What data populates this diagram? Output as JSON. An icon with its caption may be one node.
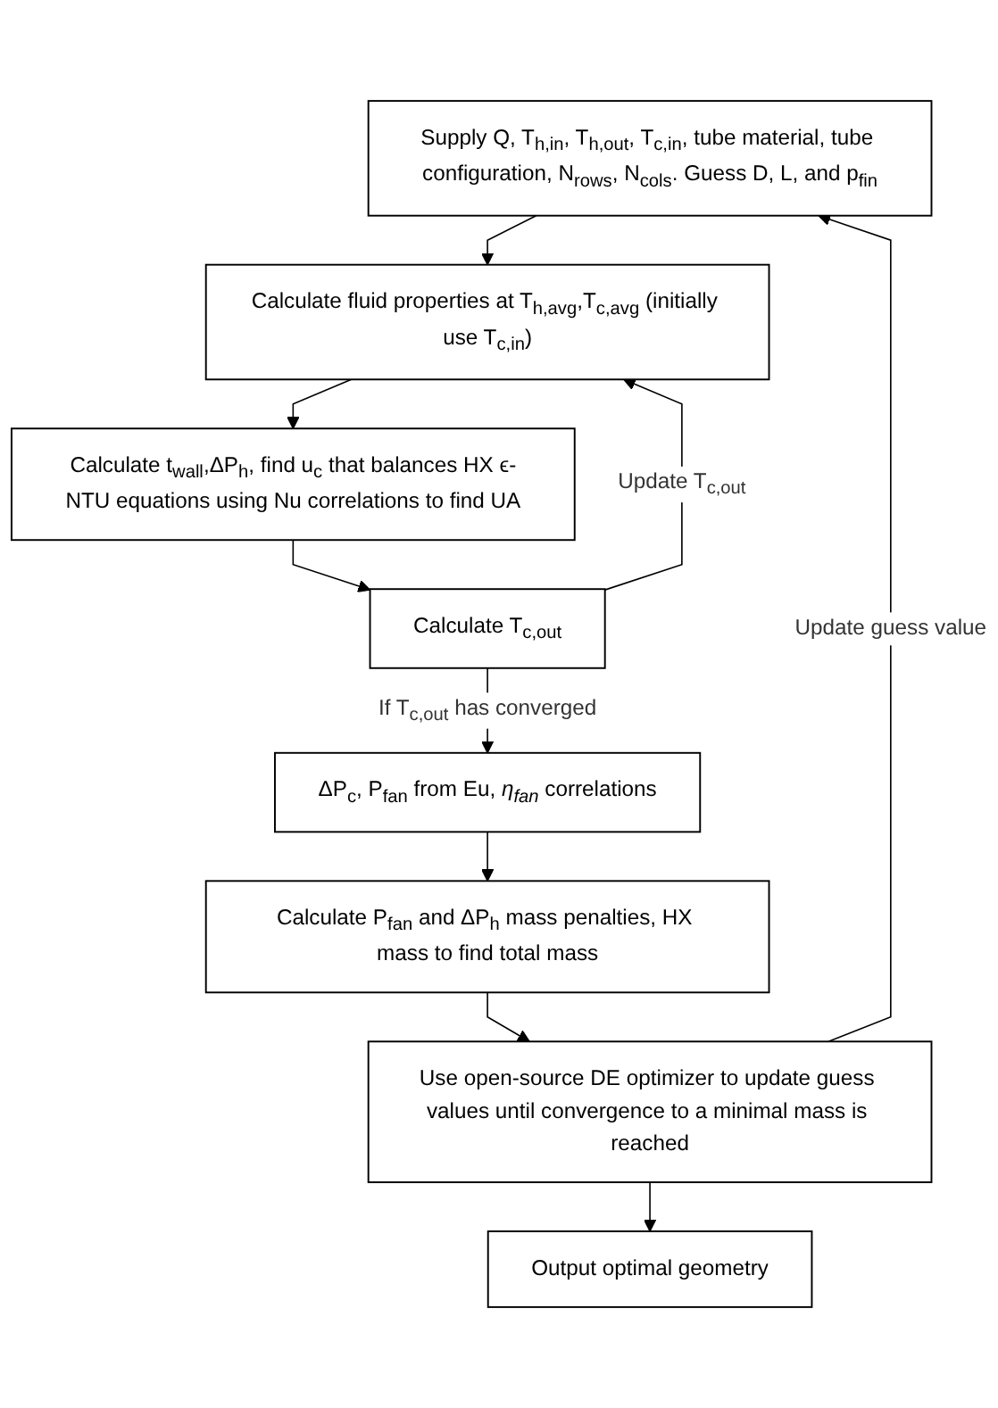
{
  "diagram": {
    "nodes": [
      {
        "text": [
          "Supply Q, T$_{h,in}$, T$_{h,out}$, T$_{c,in}$, tube material, tube configuration, N$_{rows}$, N$_{cols}$. Guess D, L, and p$_{fin}$"
        ]
      },
      {
        "text": [
          "Calculate fluid properties at T$_{h,avg}$,T$_{c,avg}$ (initially use T$_{c,in}$)"
        ]
      },
      {
        "text": [
          "Calculate t$_{wall}$,ΔP$_{h}$, find u$_{c}$ that balances HX ϵ-NTU equations using Nu correlations to find UA"
        ]
      },
      {
        "text": [
          "Calculate T$_{c,out}$"
        ]
      },
      {
        "text": [
          "ΔP$_{c}$, P$_{fan}$ from Eu, *η$_{fan}$* correlations"
        ]
      },
      {
        "text": [
          "Calculate P$_{fan}$ and ΔP$_{h}$ mass penalties, HX mass to find total mass"
        ]
      },
      {
        "text": [
          "Use open-source DE optimizer to update guess values until convergence to a minimal mass is reached"
        ]
      },
      {
        "text": [
          "Output optimal geometry"
        ]
      }
    ],
    "edges": [
      {
        "from": 0,
        "to": 1,
        "arrow": "to"
      },
      {
        "from": 1,
        "to": 2,
        "arrow": "to"
      },
      {
        "from": 2,
        "to": 3,
        "arrow": "to"
      },
      {
        "from": 3,
        "to": 1,
        "arrow": "to",
        "label": "Update T$_{c,out}$"
      },
      {
        "from": 3,
        "to": 4,
        "arrow": "to",
        "label": "If T$_{c,out}$ has converged"
      },
      {
        "from": 4,
        "to": 5,
        "arrow": "to"
      },
      {
        "from": 5,
        "to": 6,
        "arrow": "to"
      },
      {
        "from": 6,
        "to": 0,
        "arrow": "to",
        "label": "Update guess value"
      },
      {
        "from": 6,
        "to": 7,
        "arrow": "to"
      }
    ]
  }
}
